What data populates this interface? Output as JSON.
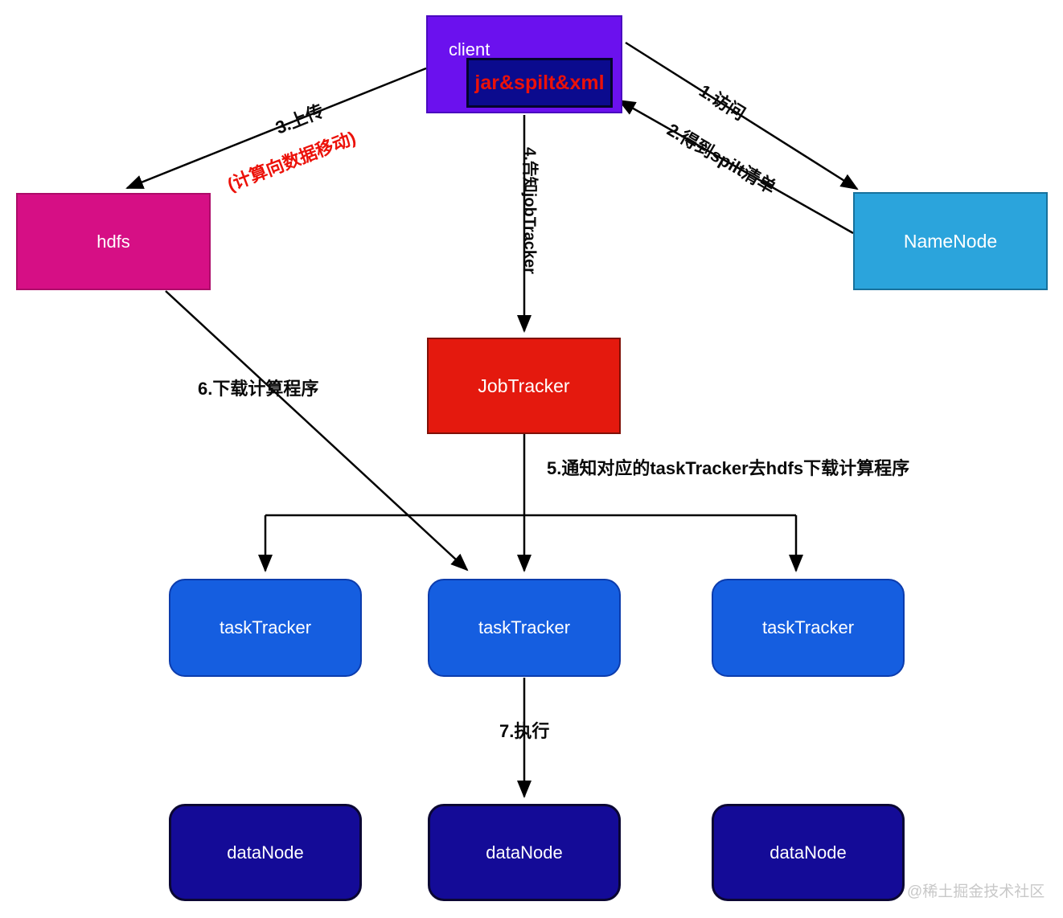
{
  "nodes": {
    "client": "client",
    "jar": "jar&spilt&xml",
    "hdfs": "hdfs",
    "namenode": "NameNode",
    "jobtracker": "JobTracker",
    "tasktrackers": [
      "taskTracker",
      "taskTracker",
      "taskTracker"
    ],
    "datanodes": [
      "dataNode",
      "dataNode",
      "dataNode"
    ]
  },
  "edges": {
    "e1": "1.访问",
    "e2": "2.得到spilt清单",
    "e3": "3.上传",
    "e3_note": "(计算向数据移动)",
    "e4": "4.告知jobTracker",
    "e5": "5.通知对应的taskTracker去hdfs下载计算程序",
    "e6": "6.下载计算程序",
    "e7": "7.执行"
  },
  "watermark": "@稀土掘金技术社区",
  "colors": {
    "client_fill": "#6b11ee",
    "jar_fill": "#0b0b8e",
    "jar_text": "#ec1109",
    "hdfs_fill": "#d60f85",
    "namenode_fill": "#2ba4dc",
    "jobtracker_fill": "#e4190e",
    "tasktracker_fill": "#155ee0",
    "datanode_fill": "#140b97",
    "arrow_color": "#000000",
    "note_red": "#ec1109",
    "watermark_gray": "#c8c8c8"
  }
}
